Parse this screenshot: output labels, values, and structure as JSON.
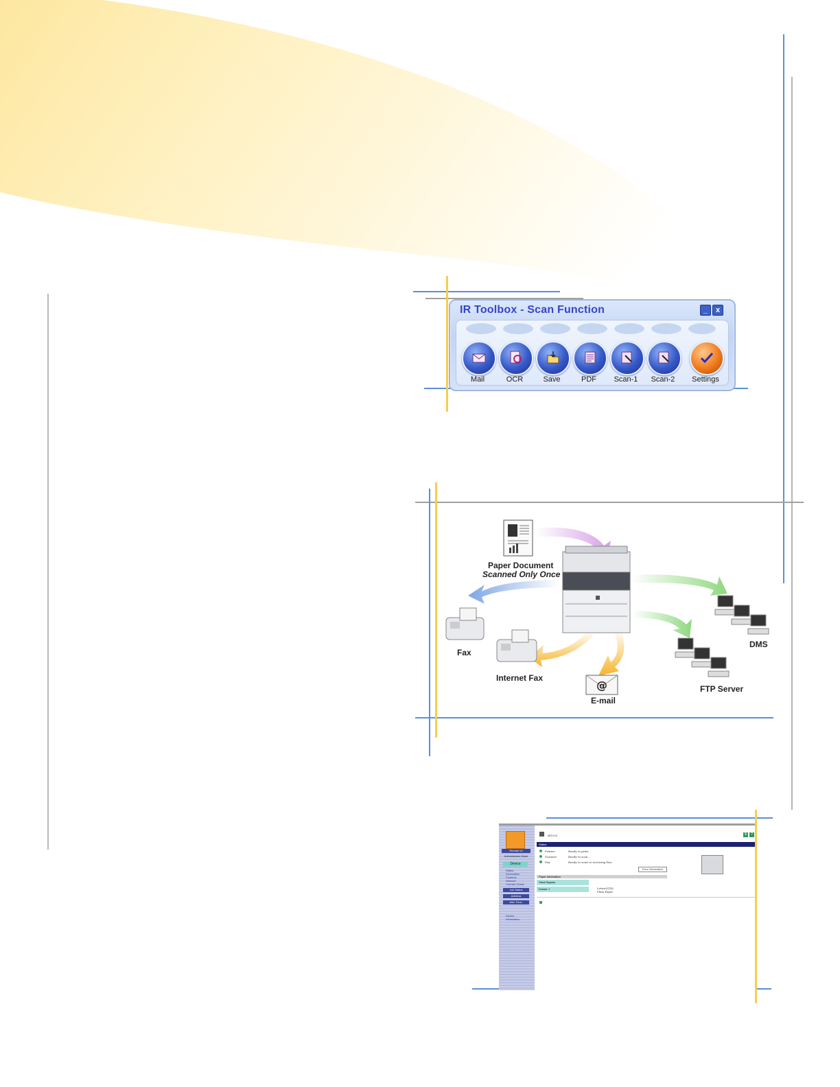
{
  "toolbox": {
    "title": "IR Toolbox - Scan Function",
    "minimize_label": "_",
    "close_label": "x",
    "buttons": [
      {
        "label": "Mail",
        "icon": "mail-icon"
      },
      {
        "label": "OCR",
        "icon": "ocr-icon"
      },
      {
        "label": "Save",
        "icon": "save-icon"
      },
      {
        "label": "PDF",
        "icon": "pdf-icon"
      },
      {
        "label": "Scan-1",
        "icon": "scan-icon"
      },
      {
        "label": "Scan-2",
        "icon": "scan-icon"
      },
      {
        "label": "Settings",
        "icon": "settings-icon"
      }
    ]
  },
  "workflow": {
    "source_line1": "Paper Document",
    "source_line2": "Scanned Only Once",
    "fax": "Fax",
    "internet_fax": "Internet Fax",
    "email": "E-mail",
    "email_symbol": "@",
    "ftp": "FTP Server",
    "dms": "DMS"
  },
  "webui": {
    "device_name": "iR1025",
    "help_labels": [
      "$",
      "?"
    ],
    "sidebar": {
      "remote_ui": "Remote UI",
      "admin_mode": "Administrator Mode",
      "device_button": "Device",
      "nav_items": [
        "Status",
        "Information",
        "Features",
        "Network",
        "Counter Check"
      ],
      "section_buttons": [
        "Job Status",
        "Address",
        "Add. Func."
      ],
      "footer_items": [
        "Device",
        "Information"
      ]
    },
    "status_header": "Status",
    "status_rows": [
      {
        "name": "Printer:",
        "value": "Ready to print."
      },
      {
        "name": "Scanner:",
        "value": "Ready to scan."
      },
      {
        "name": "Fax:",
        "value": "Ready to send or receiving Fax."
      }
    ],
    "error_button": "Error Information",
    "paper_header": "Paper Information",
    "paper_rows": [
      "Stack Bypass",
      "Drawer 1"
    ],
    "paper_detail": [
      "Letter(LTR)",
      "Plain Paper"
    ]
  },
  "colors": {
    "blue_rule": "#5a8fd8",
    "yellow_rule": "#f5cf4a",
    "gray_rule": "#a0a0a0",
    "arrow_blue": "#7ea6e6",
    "arrow_green": "#8fd880",
    "arrow_orange": "#f6b42a",
    "arrow_purple": "#d6a0e6"
  }
}
